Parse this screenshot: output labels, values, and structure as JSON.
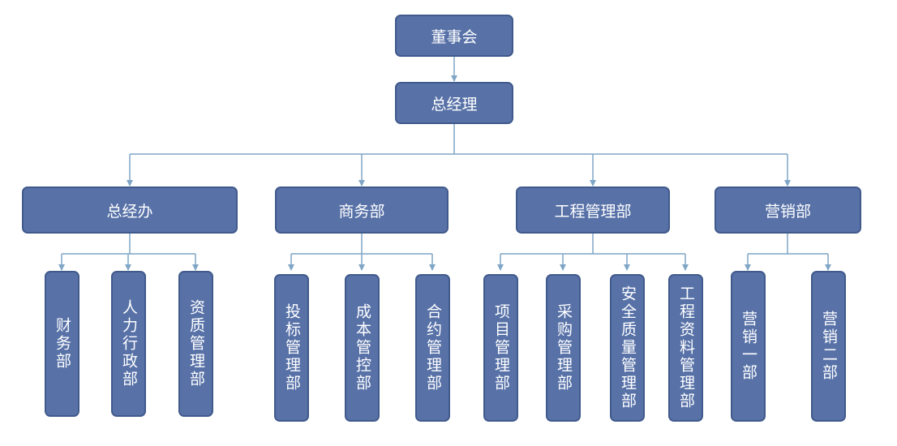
{
  "colors": {
    "box_fill": "#5872A8",
    "box_border": "#415A8C",
    "connector": "#7FA6C6",
    "text": "#ffffff"
  },
  "chart": {
    "board": "董事会",
    "ceo": "总经理",
    "departments": [
      {
        "name": "总经办",
        "subs": [
          "财务部",
          "人力行政部",
          "资质管理部"
        ]
      },
      {
        "name": "商务部",
        "subs": [
          "投标管理部",
          "成本管控部",
          "合约管理部"
        ]
      },
      {
        "name": "工程管理部",
        "subs": [
          "项目管理部",
          "采购管理部",
          "安全质量管理部",
          "工程资料管理部"
        ]
      },
      {
        "name": "营销部",
        "subs": [
          "营销一部",
          "营销二部"
        ]
      }
    ]
  }
}
